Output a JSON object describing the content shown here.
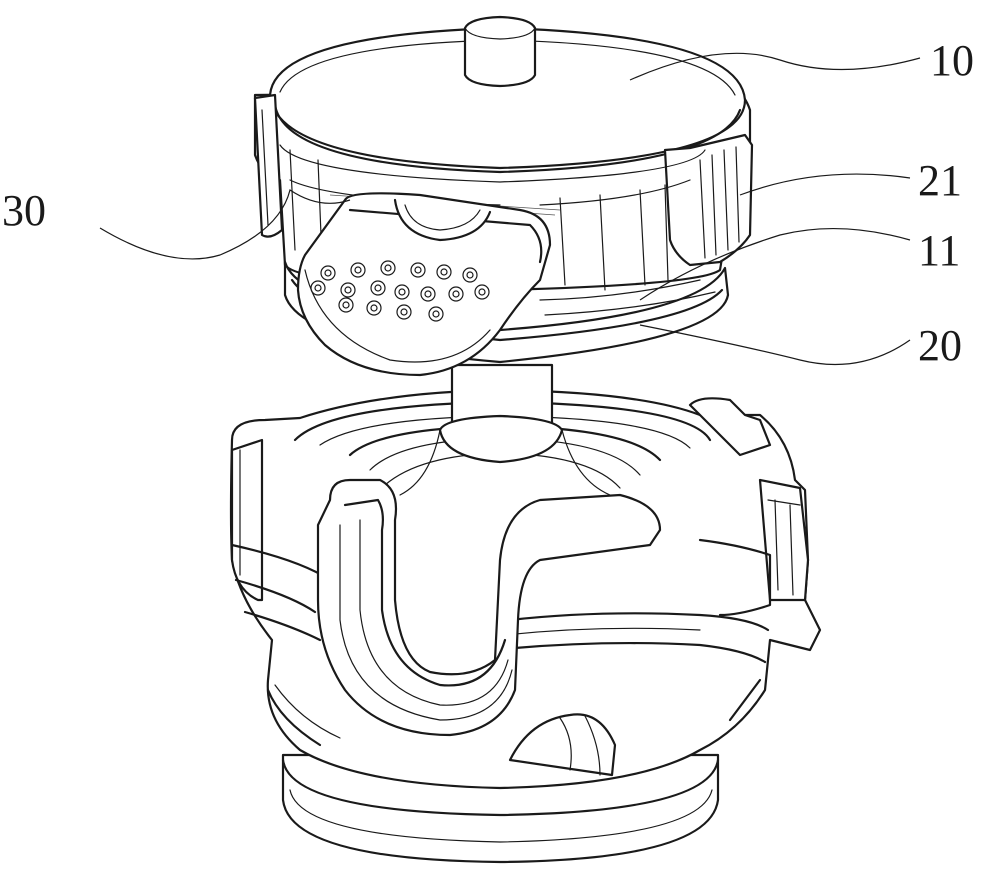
{
  "reference_labels": {
    "part_10": "10",
    "part_21": "21",
    "part_30": "30",
    "part_11": "11",
    "part_20": "20"
  }
}
